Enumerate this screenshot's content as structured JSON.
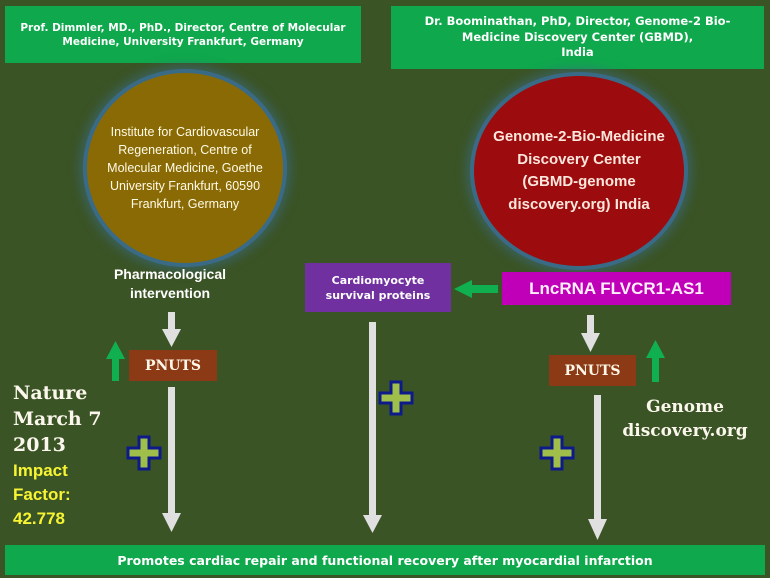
{
  "headers": {
    "left": {
      "bold": "Prof. Dimmler, MD., PhD., Director,",
      "rest": " Centre of Molecular Medicine, University Frankfurt, Germany"
    },
    "right": {
      "line1": "Dr. Boominathan, PhD, Director, Genome-2 Bio-",
      "line2": "Medicine Discovery Center (GBMD),",
      "line3": "India"
    }
  },
  "circles": {
    "left": {
      "text": "Institute for Cardiovascular Regeneration, Centre of Molecular Medicine, Goethe University Frankfurt, 60590 Frankfurt, Germany",
      "color": "#8a6a05"
    },
    "right": {
      "text": "Genome-2-Bio-Medicine Discovery Center (GBMD-genome discovery.org) India",
      "color": "#9c0b0e"
    }
  },
  "left_branch": {
    "intervention_line1": "Pharmacological",
    "intervention_line2": "intervention",
    "pnuts_label": "PNUTS",
    "citation_line1": "Nature",
    "citation_line2": "March 7",
    "citation_line3": "2013",
    "impact_line1": "Impact",
    "impact_line2": "Factor:",
    "impact_value": "42.778"
  },
  "middle_branch": {
    "proteins_line1": "Cardiomyocyte",
    "proteins_line2": "survival proteins"
  },
  "right_branch": {
    "lncrna_label": "LncRNA FLVCR1-AS1",
    "pnuts_label": "PNUTS",
    "source_line1": "Genome",
    "source_line2": "discovery.org"
  },
  "footer": {
    "text": "Promotes cardiac repair and functional recovery after myocardial infarction"
  },
  "colors": {
    "background": "#3b5426",
    "header_green": "#0fa84c",
    "pnuts_brown": "#8b3a15",
    "purple": "#7030a0",
    "magenta": "#c000b8",
    "arrow_gray": "#e0e0e0",
    "up_arrow_green": "#10b050",
    "plus_fill": "#9fbf4a",
    "plus_outline": "#0c1a8a",
    "impact_yellow": "#f7f533"
  }
}
